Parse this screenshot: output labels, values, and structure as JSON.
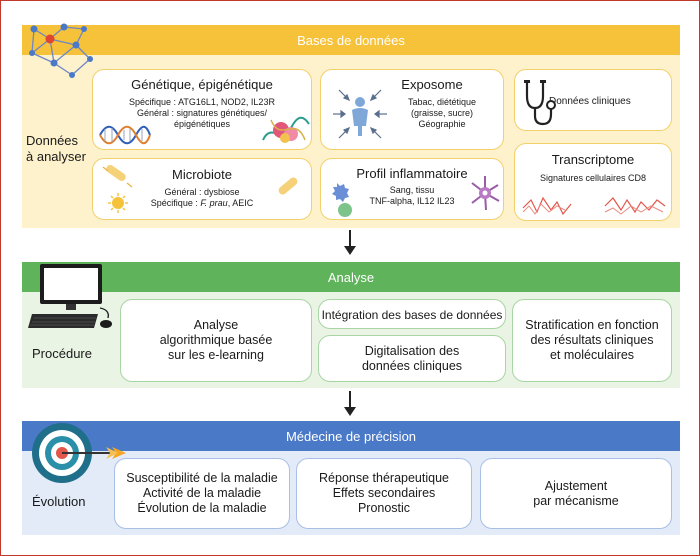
{
  "databases": {
    "header": "Bases de données",
    "side_label": [
      "Données",
      "à analyser"
    ],
    "genetique": {
      "title": "Génétique, épigénétique",
      "lines": [
        "Spécifique : ATG16L1, NOD2, IL23R",
        "Général : signatures génétiques/",
        "épigénétiques"
      ]
    },
    "microbiote": {
      "title": "Microbiote",
      "lines": [
        "Général : dysbiose"
      ],
      "specific_prefix": "Spécifique : ",
      "specific_italic": "F. prau",
      "specific_suffix": ", AEIC"
    },
    "exposome": {
      "title": "Exposome",
      "lines": [
        "Tabac, diététique",
        "(graisse, sucre)",
        "Géographie"
      ]
    },
    "inflammatoire": {
      "title": "Profil inflammatoire",
      "lines": [
        "Sang, tissu",
        "TNF-alpha, IL12 IL23"
      ]
    },
    "cliniques": {
      "title": "Données cliniques"
    },
    "transcriptome": {
      "title": "Transcriptome",
      "lines": [
        "Signatures cellulaires CD8"
      ]
    }
  },
  "analyse": {
    "header": "Analyse",
    "side_label": "Procédure",
    "algo": [
      "Analyse",
      "algorithmique basée",
      "sur les e-learning"
    ],
    "integration": "Intégration des bases de données",
    "digitalisation": [
      "Digitalisation des",
      "données cliniques"
    ],
    "stratification": [
      "Stratification en fonction",
      "des résultats cliniques",
      "et moléculaires"
    ]
  },
  "medecine": {
    "header": "Médecine de précision",
    "side_label": "Évolution",
    "susceptibilite": [
      "Susceptibilité de la maladie",
      "Activité de la maladie",
      "Évolution de la maladie"
    ],
    "reponse": [
      "Réponse thérapeutique",
      "Effets secondaires",
      "Pronostic"
    ],
    "ajustement": [
      "Ajustement",
      "par mécanisme"
    ]
  },
  "colors": {
    "yellow_band": "#f5c23a",
    "yellow_bg": "#fdf2cc",
    "green_band": "#5fb35a",
    "green_bg": "#e9f4e4",
    "blue_band": "#4a79c8",
    "blue_bg": "#e2ebf7",
    "frame": "#c0392b"
  }
}
